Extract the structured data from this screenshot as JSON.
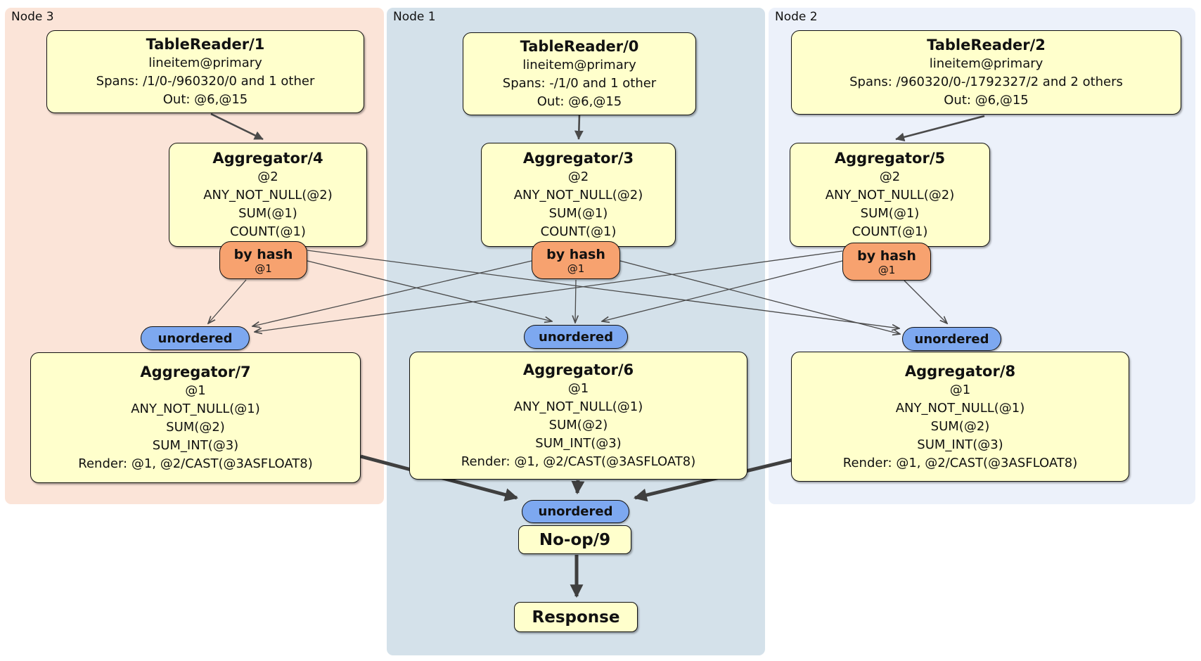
{
  "panels": {
    "node3": {
      "label": "Node 3"
    },
    "node1": {
      "label": "Node 1"
    },
    "node2": {
      "label": "Node 2"
    }
  },
  "nodes": {
    "tablereader1": {
      "title": "TableReader/1",
      "lines": [
        "lineitem@primary",
        "Spans: /1/0-/960320/0 and 1 other",
        "Out: @6,@15"
      ]
    },
    "tablereader0": {
      "title": "TableReader/0",
      "lines": [
        "lineitem@primary",
        "Spans: -/1/0 and 1 other",
        "Out: @6,@15"
      ]
    },
    "tablereader2": {
      "title": "TableReader/2",
      "lines": [
        "lineitem@primary",
        "Spans: /960320/0-/1792327/2 and 2 others",
        "Out: @6,@15"
      ]
    },
    "aggregator4": {
      "title": "Aggregator/4",
      "lines": [
        "@2",
        "ANY_NOT_NULL(@2)",
        "SUM(@1)",
        "COUNT(@1)"
      ]
    },
    "aggregator3": {
      "title": "Aggregator/3",
      "lines": [
        "@2",
        "ANY_NOT_NULL(@2)",
        "SUM(@1)",
        "COUNT(@1)"
      ]
    },
    "aggregator5": {
      "title": "Aggregator/5",
      "lines": [
        "@2",
        "ANY_NOT_NULL(@2)",
        "SUM(@1)",
        "COUNT(@1)"
      ]
    },
    "aggregator7": {
      "title": "Aggregator/7",
      "lines": [
        "@1",
        "ANY_NOT_NULL(@1)",
        "SUM(@2)",
        "SUM_INT(@3)",
        "Render: @1, @2/CAST(@3ASFLOAT8)"
      ]
    },
    "aggregator6": {
      "title": "Aggregator/6",
      "lines": [
        "@1",
        "ANY_NOT_NULL(@1)",
        "SUM(@2)",
        "SUM_INT(@3)",
        "Render: @1, @2/CAST(@3ASFLOAT8)"
      ]
    },
    "aggregator8": {
      "title": "Aggregator/8",
      "lines": [
        "@1",
        "ANY_NOT_NULL(@1)",
        "SUM(@2)",
        "SUM_INT(@3)",
        "Render: @1, @2/CAST(@3ASFLOAT8)"
      ]
    },
    "noop": {
      "title": "No-op/9"
    },
    "response": {
      "title": "Response"
    }
  },
  "routers": {
    "by_hash": {
      "label": "by hash",
      "stream": "@1"
    },
    "unordered": {
      "label": "unordered"
    }
  },
  "colors": {
    "node3_bg": "#fbe4d8",
    "node1_bg": "#d4e1ea",
    "node2_bg": "#ecf1fa",
    "node_box_bg": "#ffffcc",
    "router_bg": "#f7a26f",
    "sync_bg": "#7da8f0",
    "edge_thin": "#4a4a4a",
    "edge_thick": "#3f3f3f"
  }
}
